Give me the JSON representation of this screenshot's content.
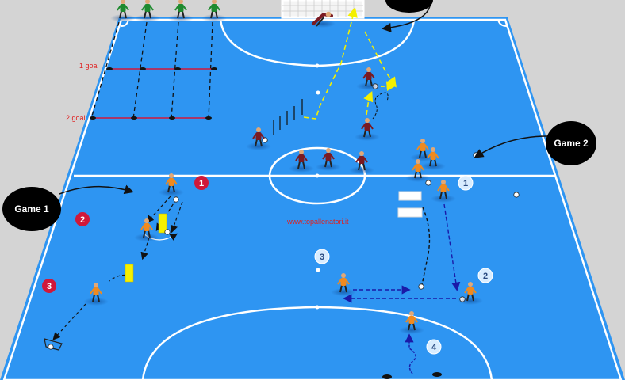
{
  "callouts": {
    "game1": "Game 1",
    "game2": "Game 2"
  },
  "goal_lines": {
    "one_goal": "1 goal",
    "two_goal": "2 goal"
  },
  "website": "www.topallenatori.it",
  "game1_markers": [
    "1",
    "2",
    "3"
  ],
  "game2_markers": [
    "1",
    "2",
    "3",
    "4"
  ],
  "colors": {
    "court": "#2e95f2",
    "court_outer": "#d4d4d4",
    "lines": "#ffffff",
    "red_marker": "#d0183a",
    "light_marker": "#d8ecff",
    "pass_arrow": "#1a1aa8",
    "yellow_arrow": "#f4f000",
    "orange_team": "#f08a1e",
    "maroon_team": "#7a1a22",
    "green_team": "#1e8a2e",
    "callout": "#000000"
  }
}
